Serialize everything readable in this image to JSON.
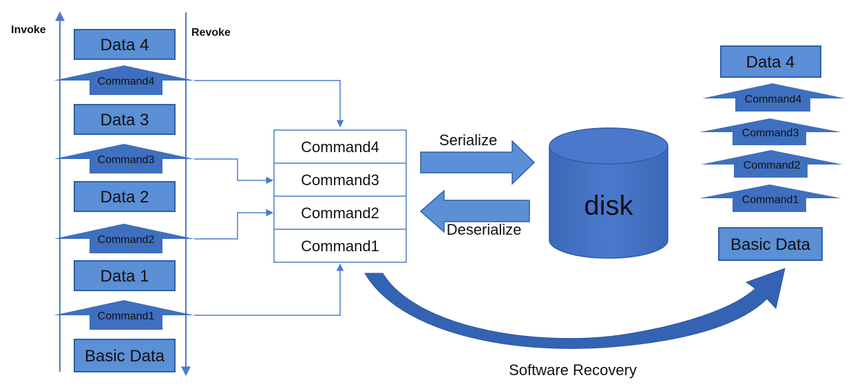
{
  "axis_labels": {
    "invoke": "Invoke",
    "revoke": "Revoke"
  },
  "left_stack": {
    "data": [
      "Data 4",
      "Data 3",
      "Data 2",
      "Data 1"
    ],
    "basic": "Basic Data",
    "commands": [
      "Command4",
      "Command3",
      "Command2",
      "Command1"
    ]
  },
  "command_list": [
    "Command4",
    "Command3",
    "Command2",
    "Command1"
  ],
  "serialize": "Serialize",
  "deserialize": "Deserialize",
  "disk": "disk",
  "right_stack": {
    "data4": "Data 4",
    "commands": [
      "Command4",
      "Command3",
      "Command2",
      "Command1"
    ],
    "basic": "Basic Data"
  },
  "recovery": "Software Recovery",
  "colors": {
    "box_fill": "#5b8fd6",
    "box_stroke": "#2e5fa8",
    "arrow_fill": "#3f6fbf",
    "disk_fill": "#4472c4",
    "line": "#4a7cc9"
  }
}
